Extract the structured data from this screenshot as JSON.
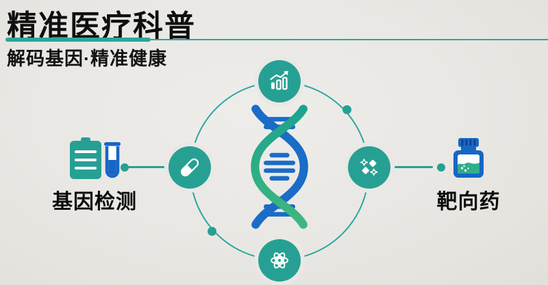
{
  "header": {
    "title": "精准医疗科普",
    "subtitle": "解码基因·精准健康"
  },
  "diagram": {
    "center_icon": "dna-double-helix-icon",
    "orbit_icons": [
      {
        "position": "top",
        "name": "trend-chart-icon"
      },
      {
        "position": "right",
        "name": "molecule-crystals-icon"
      },
      {
        "position": "bottom",
        "name": "atom-icon"
      },
      {
        "position": "left",
        "name": "capsule-icon"
      }
    ],
    "left_node": {
      "icon": "report-and-test-tube-icon",
      "label": "基因检测"
    },
    "right_node": {
      "icon": "medicine-bottle-icon",
      "label": "靶向药"
    }
  },
  "colors": {
    "background": "#eae8e4",
    "teal": "#27a094",
    "blue": "#1766c6",
    "green": "#35b181",
    "text": "#0f0f0f"
  }
}
